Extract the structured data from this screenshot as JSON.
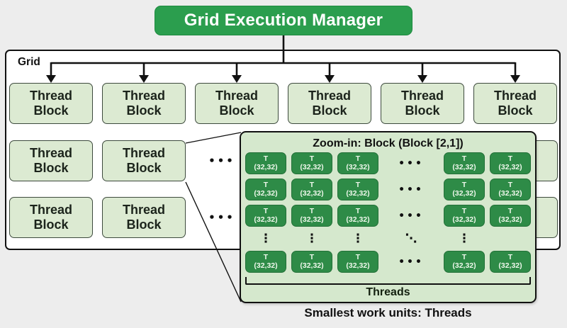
{
  "header": {
    "title": "Grid Execution Manager"
  },
  "grid": {
    "label": "Grid",
    "block_label": "Thread Block",
    "row_ellipsis": "•••"
  },
  "zoom_panel": {
    "title": "Zoom-in: Block (Block [2,1])",
    "cell_line1": "T",
    "cell_line2": "(32,32)",
    "h_ellipsis": "•••",
    "v_ellipsis": "⋮",
    "diag_ellipsis": "⋱",
    "group_label": "Threads"
  },
  "caption": "Smallest work units: Threads",
  "colors": {
    "page_bg": "#ededed",
    "grid_fill": "#ffffff",
    "header_green": "#2b9e4e",
    "header_border": "#1d8a3f",
    "cell_green": "#2e8b47",
    "cell_border": "#237038",
    "block_fill": "#dcead2",
    "block_border": "#3d4a3d",
    "panel_fill": "#d5e8cd",
    "line_black": "#111111"
  }
}
